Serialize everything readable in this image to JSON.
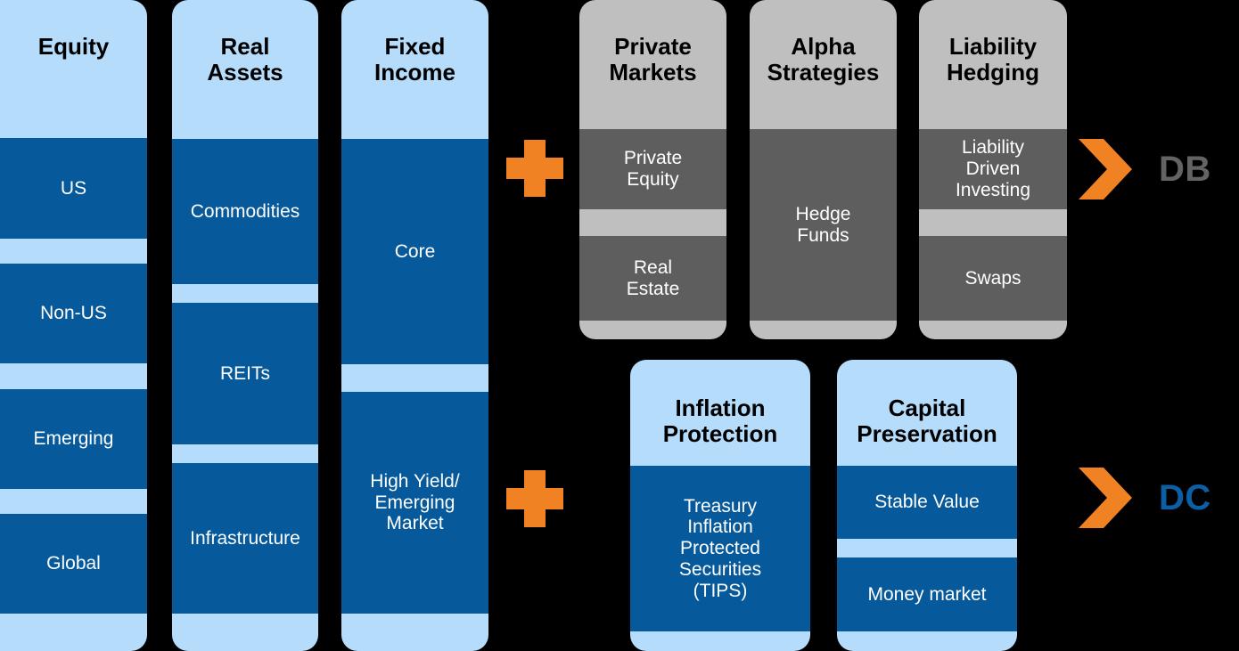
{
  "theme": {
    "background": "#000000",
    "light_blue": "#b5dcfa",
    "dark_blue": "#06599b",
    "light_gray": "#bfbfbf",
    "dark_gray": "#5e5e5e",
    "orange": "#f08223",
    "db_label_color": "#636363",
    "dc_label_color": "#0b5fa5"
  },
  "columns": {
    "equity": {
      "title": "Equity",
      "segments": [
        {
          "label": "US"
        },
        {
          "label": "Non-US"
        },
        {
          "label": "Emerging"
        },
        {
          "label": "Global"
        }
      ]
    },
    "real_assets": {
      "title": "Real\nAssets",
      "segments": [
        {
          "label": "Commodities"
        },
        {
          "label": "REITs"
        },
        {
          "label": "Infrastructure"
        }
      ]
    },
    "fixed_income": {
      "title": "Fixed\nIncome",
      "segments": [
        {
          "label": "Core"
        },
        {
          "label": "High Yield/\nEmerging\nMarket"
        }
      ]
    },
    "private_markets": {
      "title": "Private\nMarkets",
      "segments": [
        {
          "label": "Private\nEquity"
        },
        {
          "label": "Real\nEstate"
        }
      ]
    },
    "alpha_strategies": {
      "title": "Alpha\nStrategies",
      "segments": [
        {
          "label": "Hedge\nFunds"
        }
      ]
    },
    "liability_hedging": {
      "title": "Liability\nHedging",
      "segments": [
        {
          "label": "Liability\nDriven\nInvesting"
        },
        {
          "label": "Swaps"
        }
      ]
    },
    "inflation_protection": {
      "title": "Inflation\nProtection",
      "segments": [
        {
          "label": "Treasury\nInflation\nProtected\nSecurities\n(TIPS)"
        }
      ]
    },
    "capital_preservation": {
      "title": "Capital\nPreservation",
      "segments": [
        {
          "label": "Stable Value"
        },
        {
          "label": "Money market"
        }
      ]
    }
  },
  "operators": {
    "plus_top": "+",
    "plus_bottom": "+"
  },
  "outcomes": {
    "db": "DB",
    "dc": "DC"
  }
}
